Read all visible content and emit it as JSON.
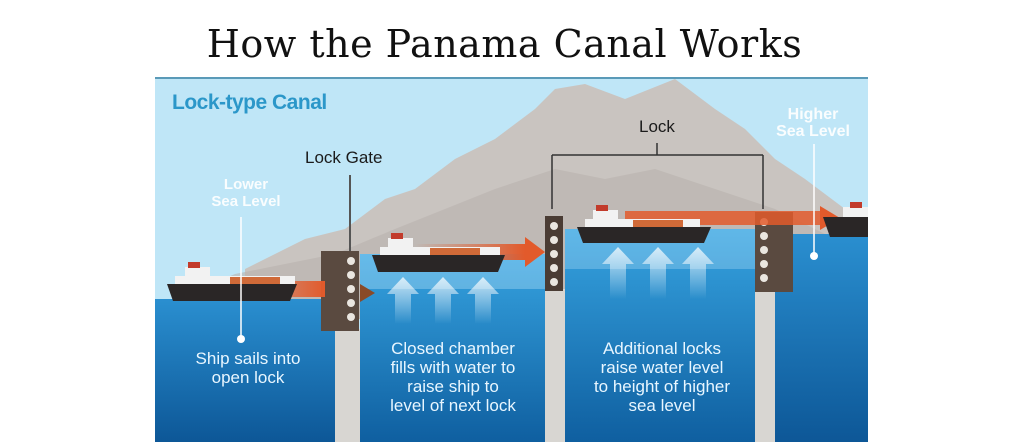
{
  "title": "How the Panama Canal Works",
  "diagram": {
    "heading": "Lock-type Canal",
    "labels": {
      "lock_gate": "Lock Gate",
      "lock": "Lock",
      "lower_sea_level": [
        "Lower",
        "Sea Level"
      ],
      "higher_sea_level": [
        "Higher",
        "Sea Level"
      ]
    },
    "captions": {
      "step1": [
        "Ship sails into",
        "open lock"
      ],
      "step2": [
        "Closed chamber",
        "fills with water to",
        "raise ship to",
        "level of next lock"
      ],
      "step3": [
        "Additional locks",
        "raise water level",
        "to height of higher",
        "sea level"
      ]
    },
    "colors": {
      "sky": "#bfe6f7",
      "mountain": "#c9c4c0",
      "water_deep": "#0f5f9c",
      "water_mid": "#1c7fc4",
      "arrow": "#e25a2b",
      "gate": "#4a3c34",
      "heading": "#2b97c9"
    }
  }
}
